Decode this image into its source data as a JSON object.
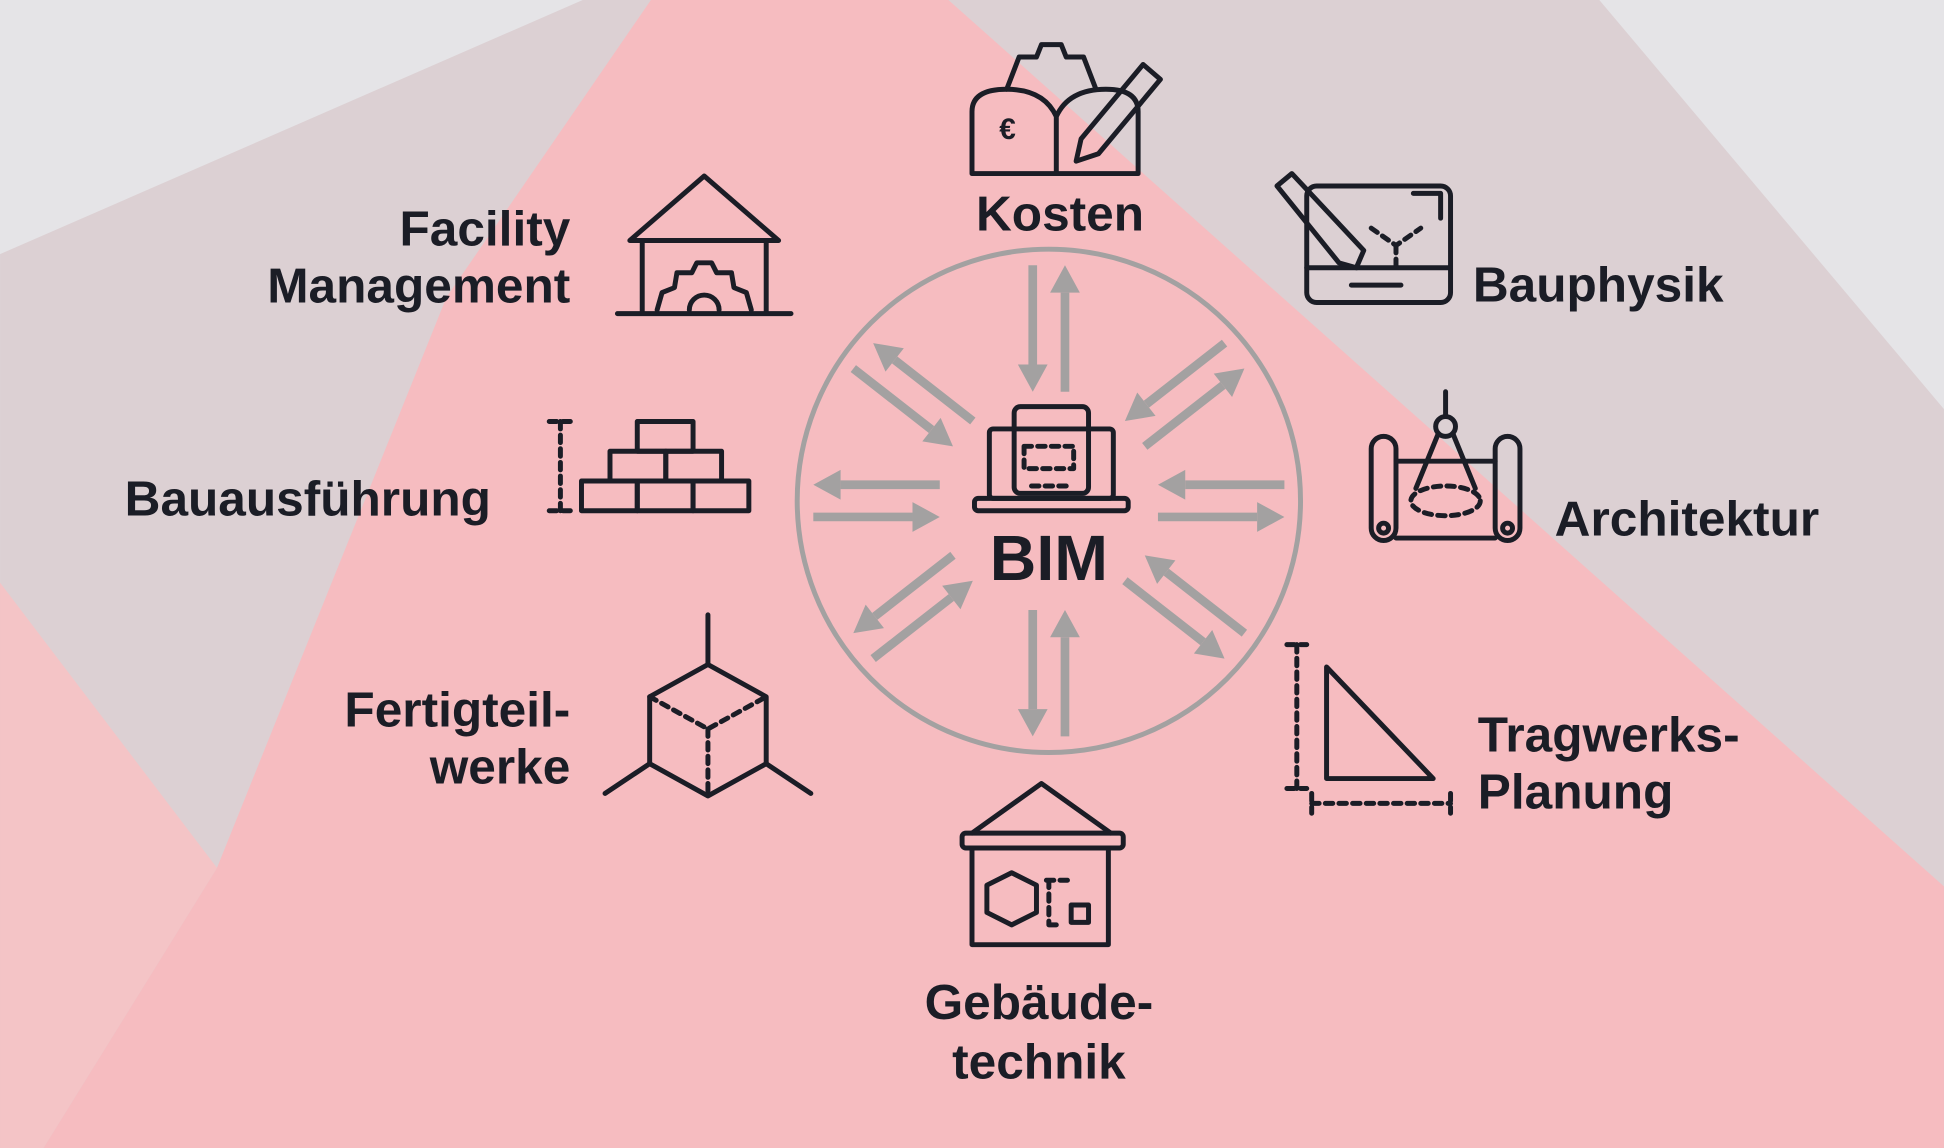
{
  "center": {
    "label": "BIM"
  },
  "nodes": [
    {
      "id": "kosten",
      "lines": [
        "Kosten"
      ],
      "icon": "book-gear-pencil-icon"
    },
    {
      "id": "bauphysik",
      "lines": [
        "Bauphysik"
      ],
      "icon": "drawing-tablet-icon"
    },
    {
      "id": "architektur",
      "lines": [
        "Architektur"
      ],
      "icon": "blueprint-compass-icon"
    },
    {
      "id": "tragwerksplanung",
      "lines": [
        "Tragwerks-",
        "Planung"
      ],
      "icon": "set-square-icon"
    },
    {
      "id": "gebaeudetechnik",
      "lines": [
        "Gebäude-",
        "technik"
      ],
      "icon": "house-cube-icon"
    },
    {
      "id": "fertigteilwerke",
      "lines": [
        "Fertigteil-",
        "werke"
      ],
      "icon": "cube-icon"
    },
    {
      "id": "bauausfuehrung",
      "lines": [
        "Bauausführung"
      ],
      "icon": "bricks-icon"
    },
    {
      "id": "facility-management",
      "lines": [
        "Facility",
        "Management"
      ],
      "icon": "house-gear-icon"
    }
  ],
  "colors": {
    "pink": "#f6bcc0",
    "mauve": "#dcd0d3",
    "grey": "#e5e4e7",
    "arrow": "#a3a1a1",
    "ink": "#1b1d26"
  }
}
